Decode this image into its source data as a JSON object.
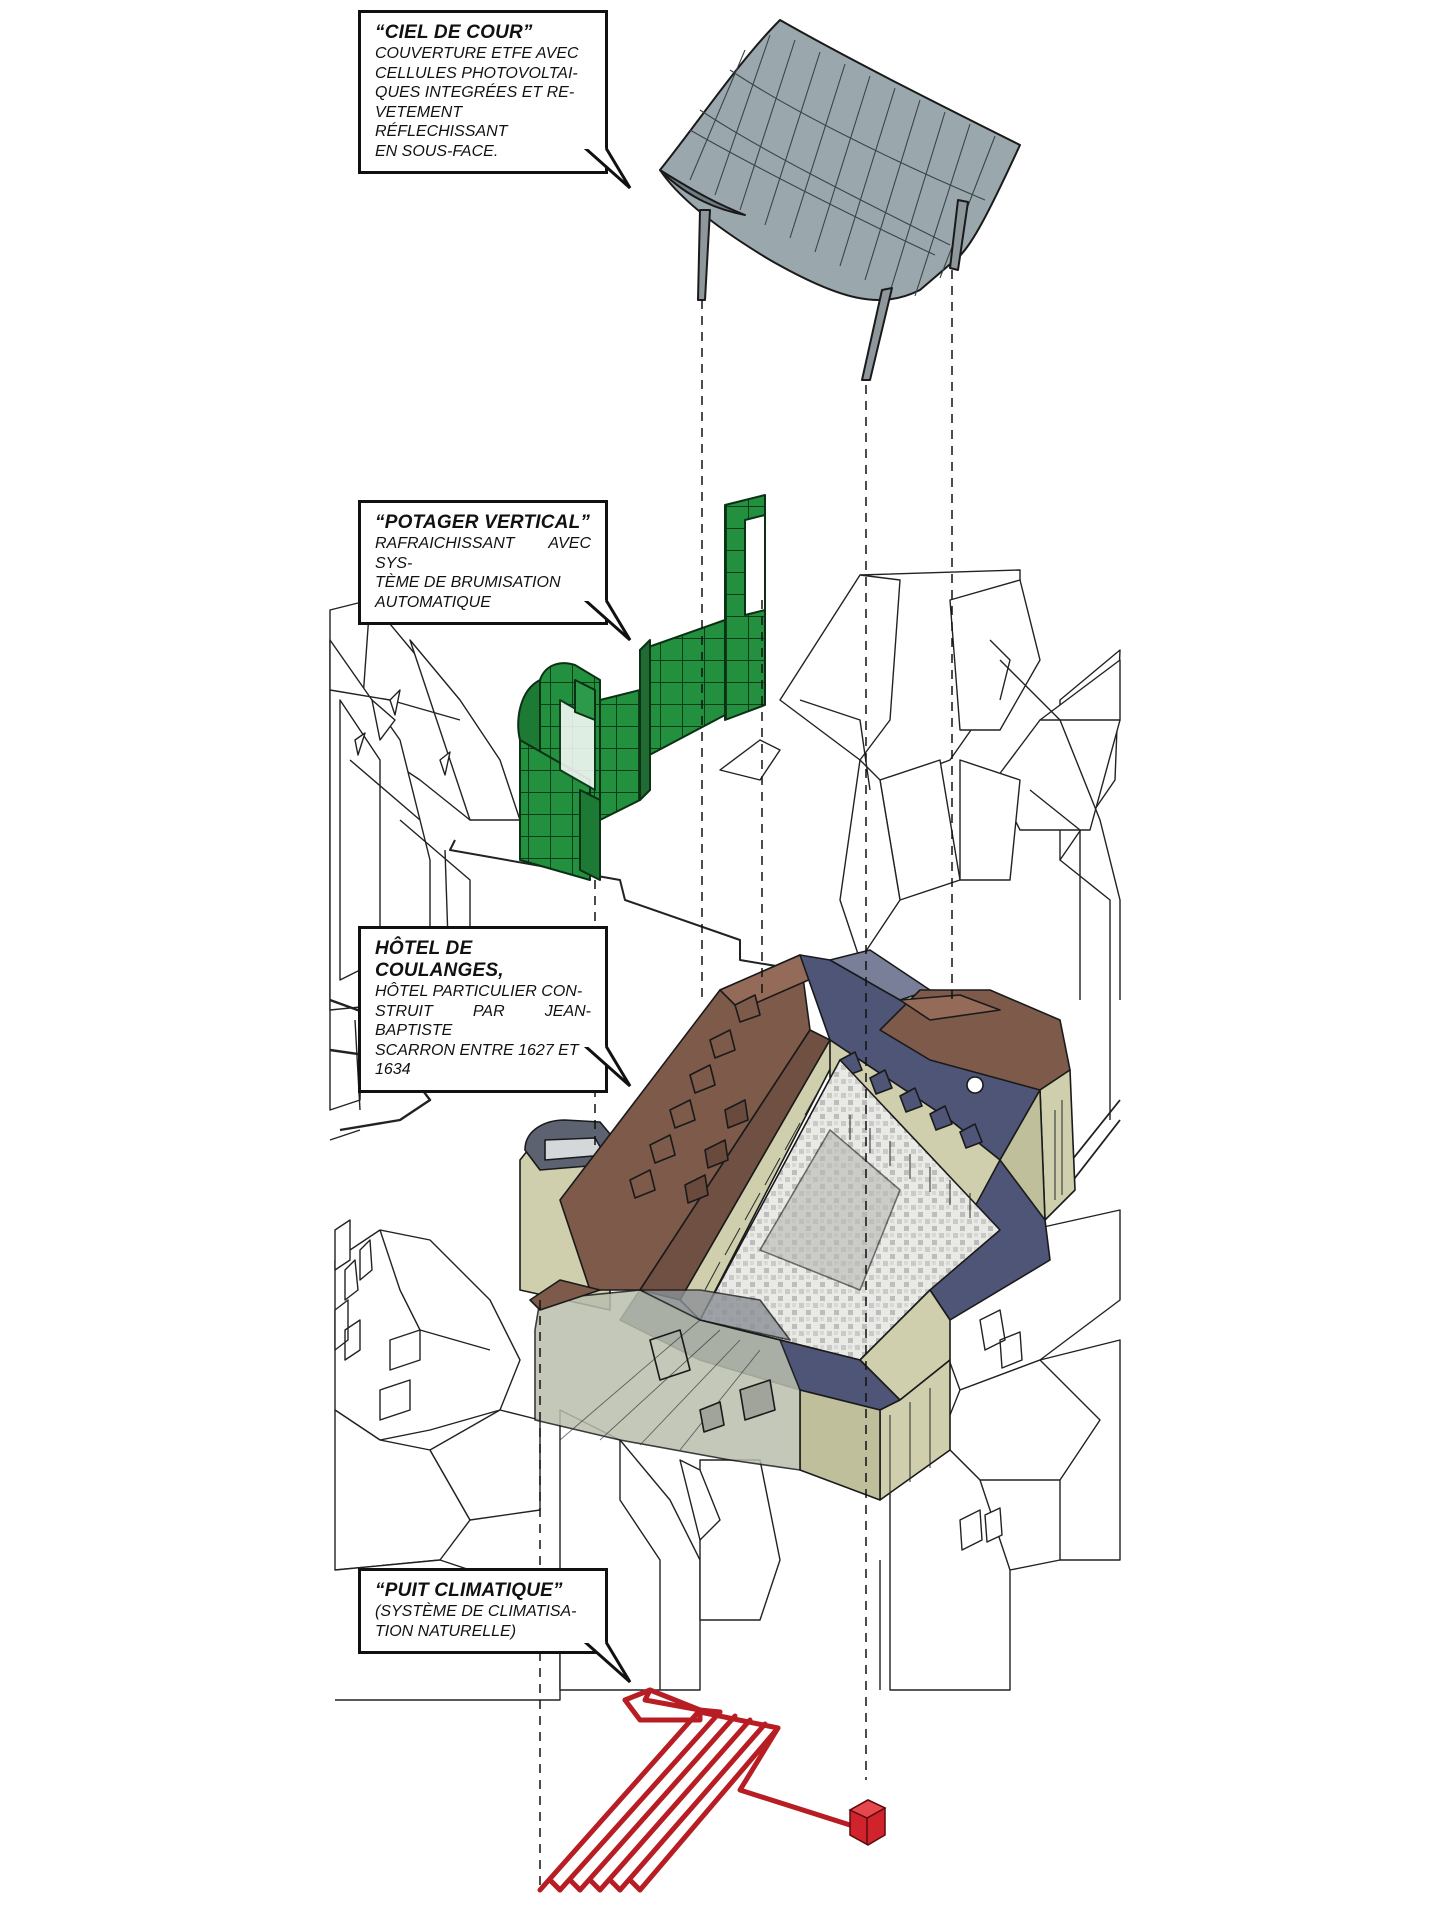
{
  "colors": {
    "roof_glass": "#9aa8ad",
    "garden_green": "#1f8c3c",
    "brown_roof": "#7d5a4a",
    "slate_roof": "#4f5577",
    "facade": "#cfcfae",
    "pipe_red": "#d0232b"
  },
  "callouts": {
    "ciel": {
      "title": "“CIEL DE COUR”",
      "lines": [
        "COUVERTURE ETFE AVEC",
        "CELLULES PHOTOVOLTAI-",
        "QUES INTEGRÉES ET RE-",
        "VETEMENT RÉFLECHISSANT",
        "EN SOUS-FACE."
      ]
    },
    "potager": {
      "title": "“POTAGER VERTICAL”",
      "lines": [
        "RAFRAICHISSANT AVEC SYS-",
        "TÈME DE BRUMISATION",
        "AUTOMATIQUE"
      ]
    },
    "hotel": {
      "title": "HÔTEL DE COULANGES,",
      "lines": [
        "HÔTEL PARTICULIER CON-",
        "STRUIT PAR JEAN-BAPTISTE",
        "SCARRON ENTRE 1627 ET",
        "1634"
      ]
    },
    "puit": {
      "title": "“PUIT CLIMATIQUE”",
      "lines": [
        "(SYSTÈME DE CLIMATISA-",
        "TION NATURELLE)"
      ]
    }
  }
}
